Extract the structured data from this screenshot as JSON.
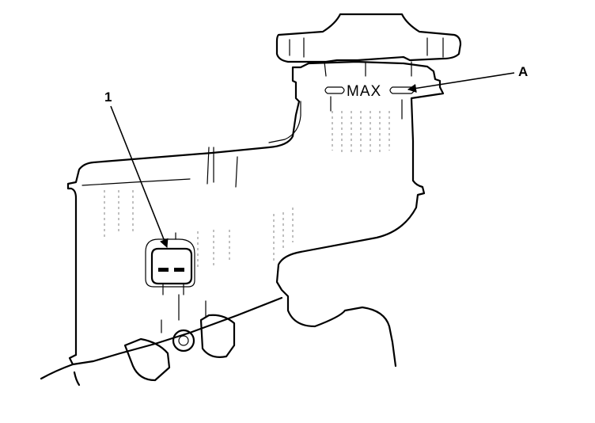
{
  "callouts": {
    "label_1": "1",
    "label_a": "A"
  },
  "reservoir": {
    "level_mark": "MAX"
  }
}
